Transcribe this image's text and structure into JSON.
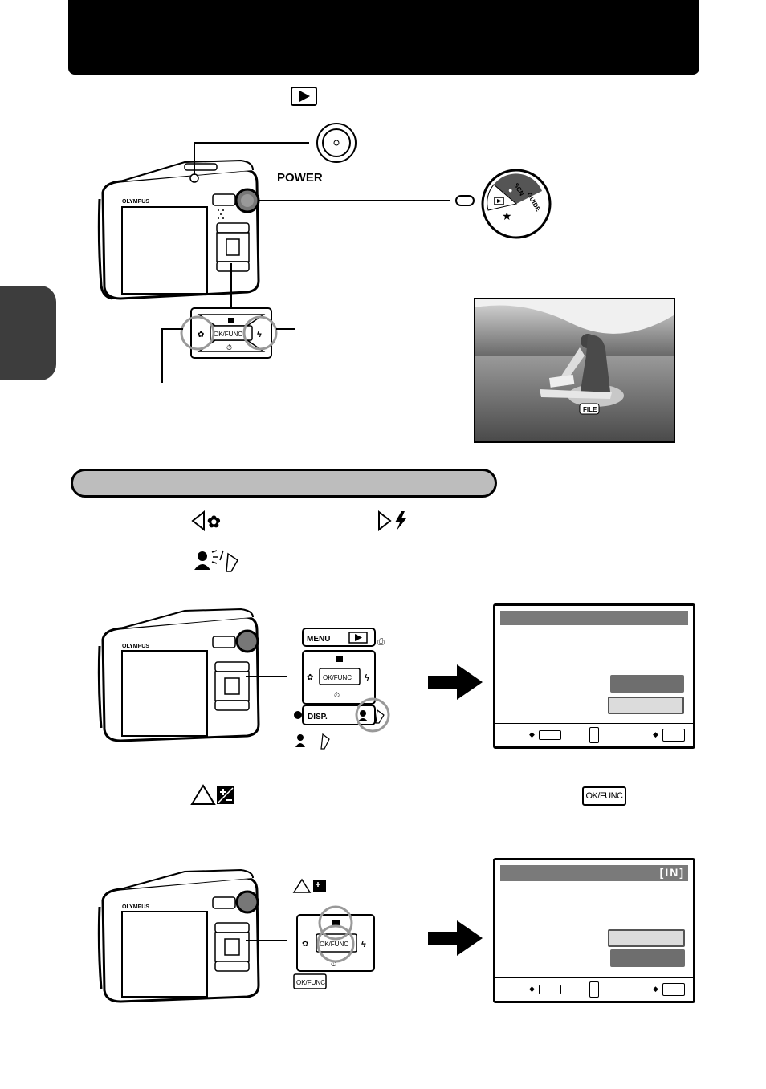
{
  "labels": {
    "power": "POWER",
    "ok_func": "OK/FUNC",
    "menu": "MENU",
    "disp": "DISP.",
    "in_badge": "[IN]",
    "brand": "OLYMPUS",
    "dial_scn": "SCN",
    "dial_guide": "GUIDE",
    "file_tag": "FILE"
  },
  "icons": {
    "playback": "playback-button-icon",
    "left_macro": "left-arrow-macro-icon",
    "right_flash": "right-arrow-flash-icon",
    "up_exposure": "up-arrow-exposure-icon",
    "shadow_erase": "shadow-adjust-erase-icon",
    "help": "help-icon",
    "print": "print-icon"
  },
  "colors": {
    "header": "#000000",
    "side_tab": "#3d3d3d",
    "section_bar": "#bdbdbd",
    "screen_title_bar": "#7a7a7a",
    "menu_option_dark": "#6e6e6e",
    "menu_option_light": "#dcdcdc",
    "arrow": "#000000"
  }
}
